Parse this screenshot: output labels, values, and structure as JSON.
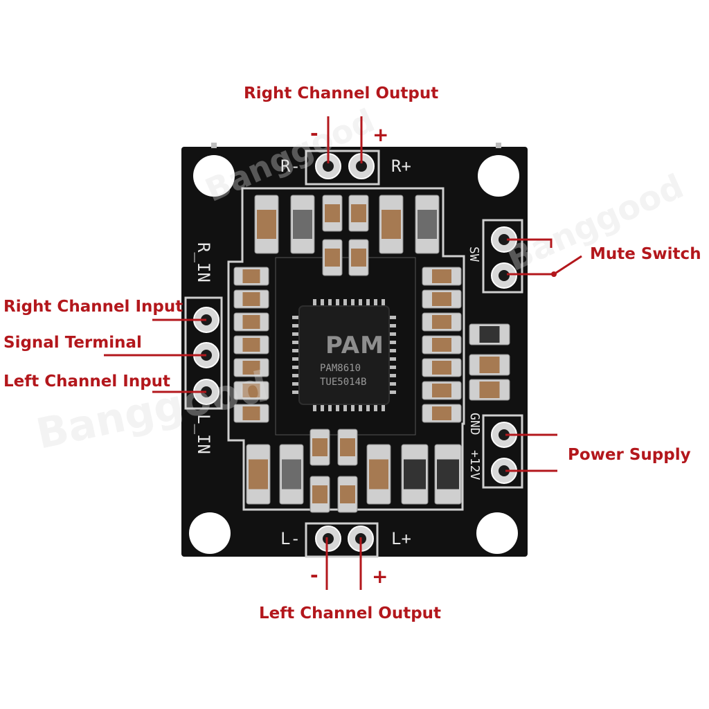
{
  "labels": {
    "right_output": "Right Channel Output",
    "left_output": "Left Channel Output",
    "mute_switch": "Mute Switch",
    "power_supply": "Power Supply",
    "right_input": "Right Channel Input",
    "signal_terminal": "Signal Terminal",
    "left_input": "Left Channel Input",
    "minus": "-",
    "plus": "+"
  },
  "silkscreen": {
    "r_minus": "R-",
    "r_plus": "R+",
    "l_minus": "L-",
    "l_plus": "L+",
    "r_in": "R_IN",
    "l_in": "L_IN",
    "sw": "SW",
    "gnd": "GND",
    "v12": "+12V"
  },
  "chip": {
    "logo": "PAM",
    "part": "PAM8610",
    "code": "TUE5014B"
  },
  "watermark": "Banggood",
  "colors": {
    "label": "#b3171c",
    "board": "#111111",
    "silk": "#e6e6e6"
  }
}
